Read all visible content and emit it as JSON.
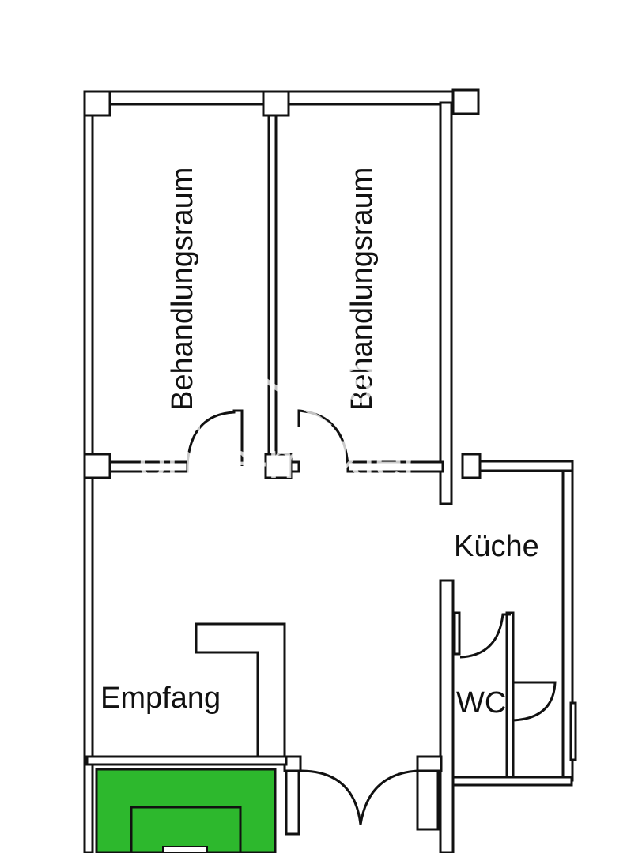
{
  "rooms": {
    "treatment_1": "Behandlungsraum",
    "treatment_2": "Behandlungsraum",
    "kitchen": "Küche",
    "wc": "WC",
    "reception": "Empfang"
  },
  "watermark": "ohne-makler",
  "colors": {
    "wall": "#111111",
    "background": "#ffffff",
    "green_area": "#2db82d"
  }
}
